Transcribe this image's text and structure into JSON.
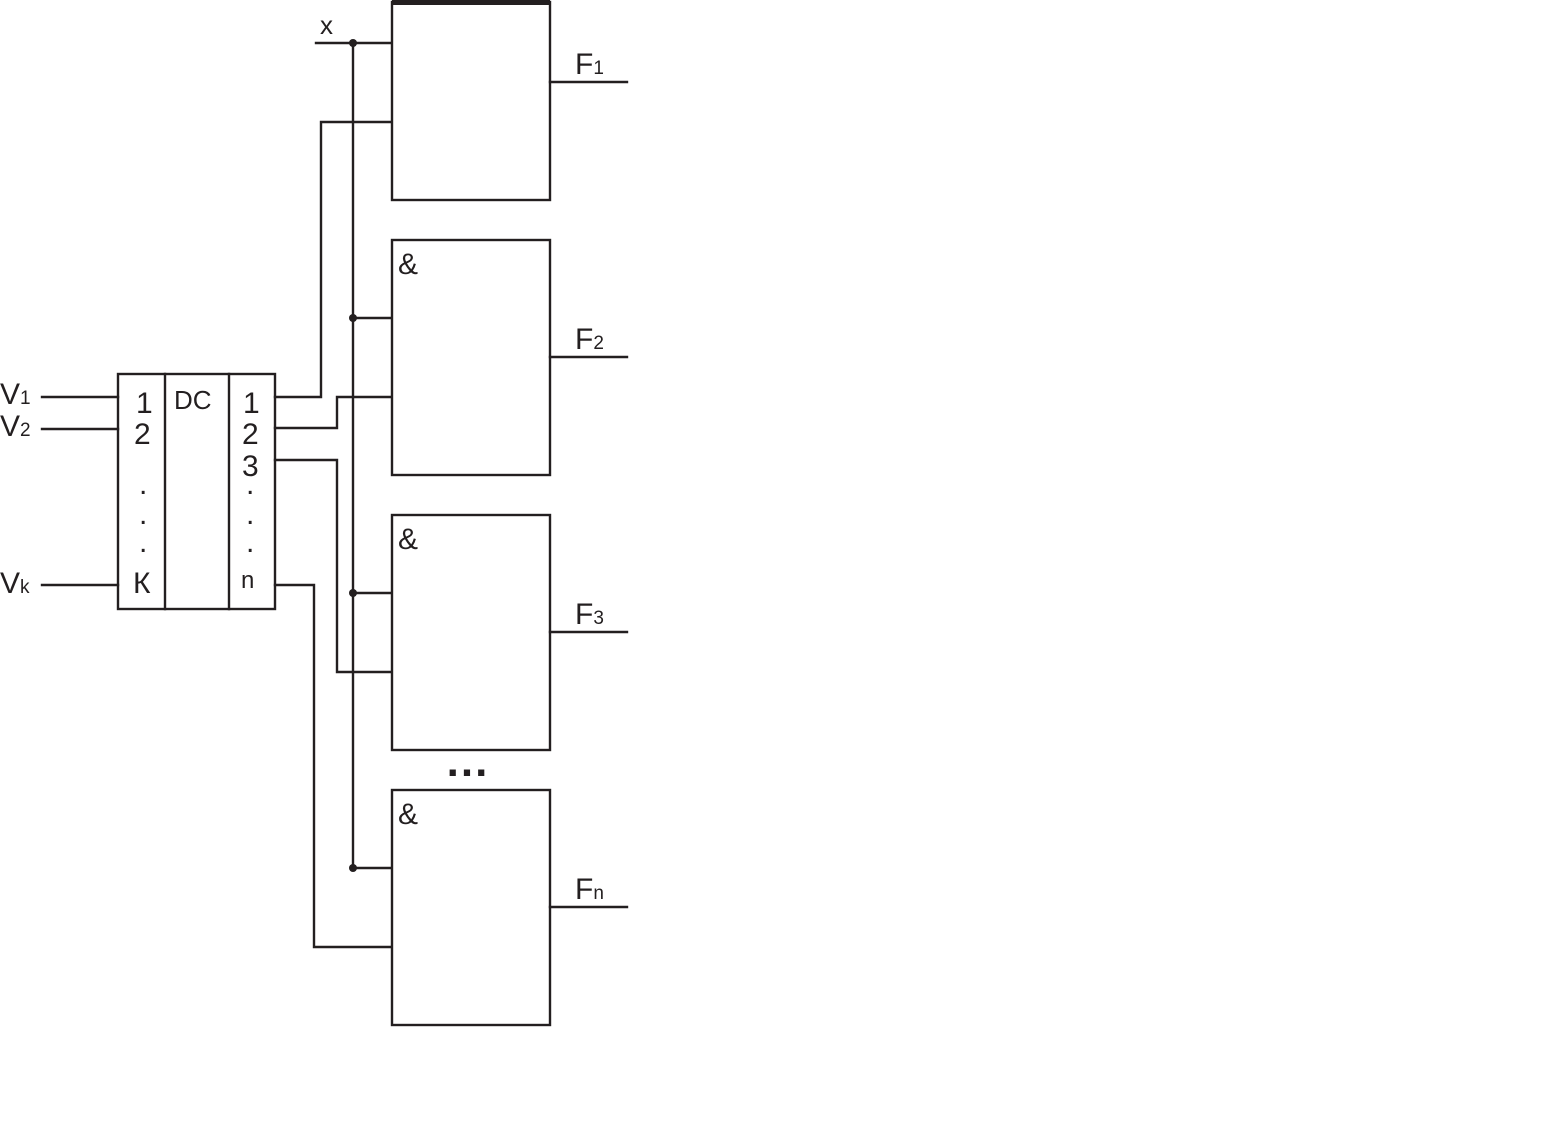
{
  "decoder": {
    "function_label": "DC",
    "input_pins": [
      "1",
      "2",
      ".",
      ".",
      ".",
      "К"
    ],
    "output_pins": [
      "1",
      "2",
      "3",
      ".",
      ".",
      ".",
      "n"
    ]
  },
  "inputs": [
    {
      "letter": "V",
      "index": "1"
    },
    {
      "letter": "V",
      "index": "2"
    },
    {
      "letter": "V",
      "index": "k"
    }
  ],
  "data_input": {
    "label": "x"
  },
  "gates": [
    {
      "symbol": "",
      "output": {
        "letter": "F",
        "index": "1"
      }
    },
    {
      "symbol": "&",
      "output": {
        "letter": "F",
        "index": "2"
      }
    },
    {
      "symbol": "&",
      "output": {
        "letter": "F",
        "index": "3"
      }
    },
    {
      "symbol": "&",
      "output": {
        "letter": "F",
        "index": "n"
      }
    }
  ],
  "gap_marker": "...",
  "colors": {
    "stroke": "#231f20",
    "background": "#ffffff"
  }
}
